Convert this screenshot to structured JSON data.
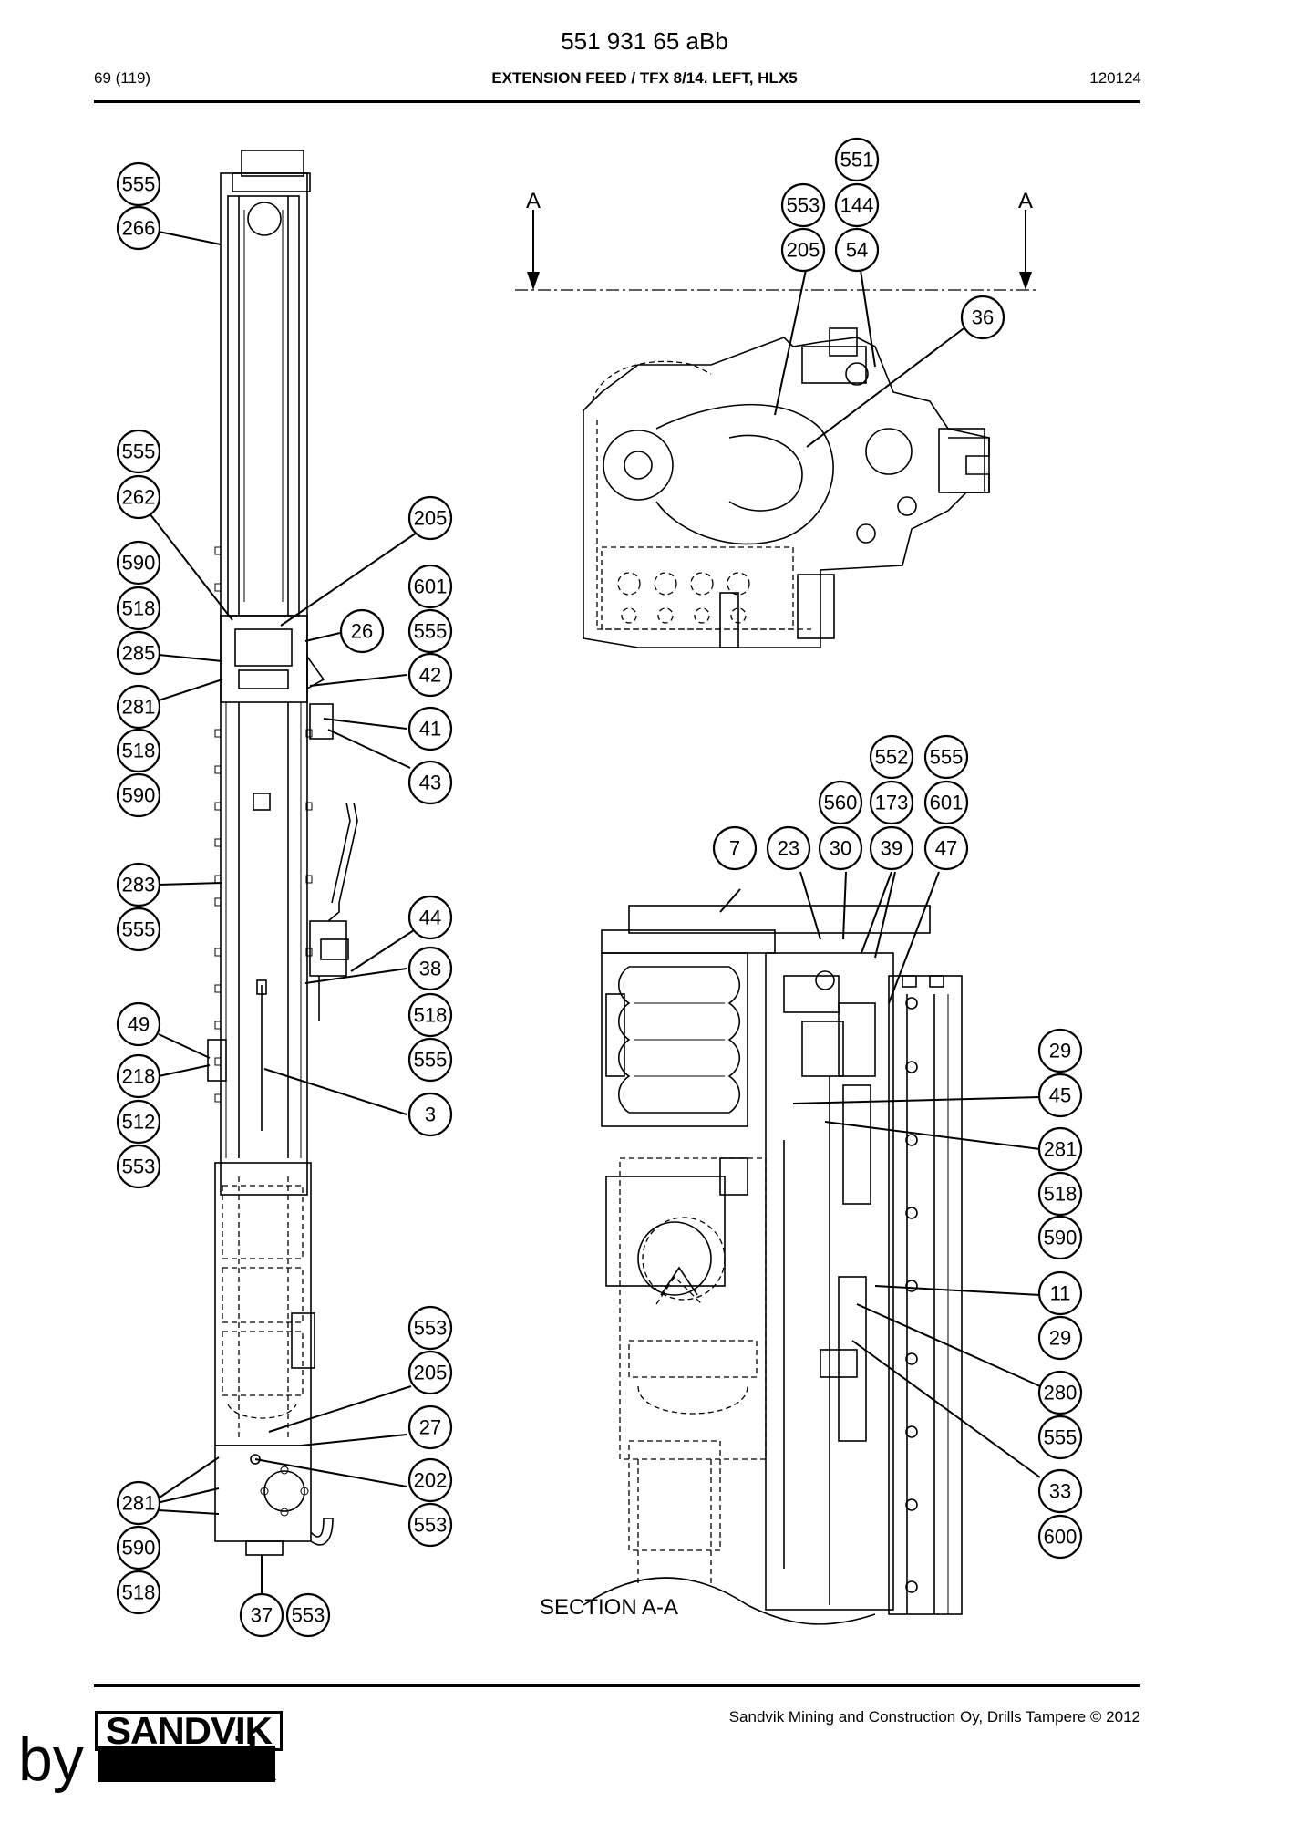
{
  "header": {
    "doc_number": "551 931 65 aBb",
    "page": "69 (119)",
    "title": "EXTENSION FEED / TFX 8/14. LEFT, HLX5",
    "date": "120124"
  },
  "footer": {
    "copyright": "Sandvik Mining and Construction Oy, Drills Tampere © 2012",
    "logo": "SANDVIK",
    "by_text": "by",
    "by_text_tail": "vik"
  },
  "section_marks": {
    "left_letter": "A",
    "right_letter": "A",
    "section_label": "SECTION A-A"
  },
  "callouts": {
    "left_view": [
      "555",
      "266",
      "555",
      "262",
      "590",
      "518",
      "285",
      "281",
      "518",
      "590",
      "283",
      "555",
      "49",
      "218",
      "512",
      "553",
      "281",
      "590",
      "518",
      "37",
      "553",
      "205",
      "601",
      "555",
      "26",
      "42",
      "41",
      "43",
      "44",
      "38",
      "518",
      "555",
      "3",
      "553",
      "205",
      "27",
      "202",
      "553"
    ],
    "top_view": [
      "551",
      "553",
      "144",
      "205",
      "54",
      "36"
    ],
    "section_view": [
      "552",
      "555",
      "560",
      "173",
      "601",
      "7",
      "23",
      "30",
      "39",
      "47",
      "29",
      "45",
      "281",
      "518",
      "590",
      "11",
      "29",
      "280",
      "555",
      "33",
      "600"
    ]
  }
}
